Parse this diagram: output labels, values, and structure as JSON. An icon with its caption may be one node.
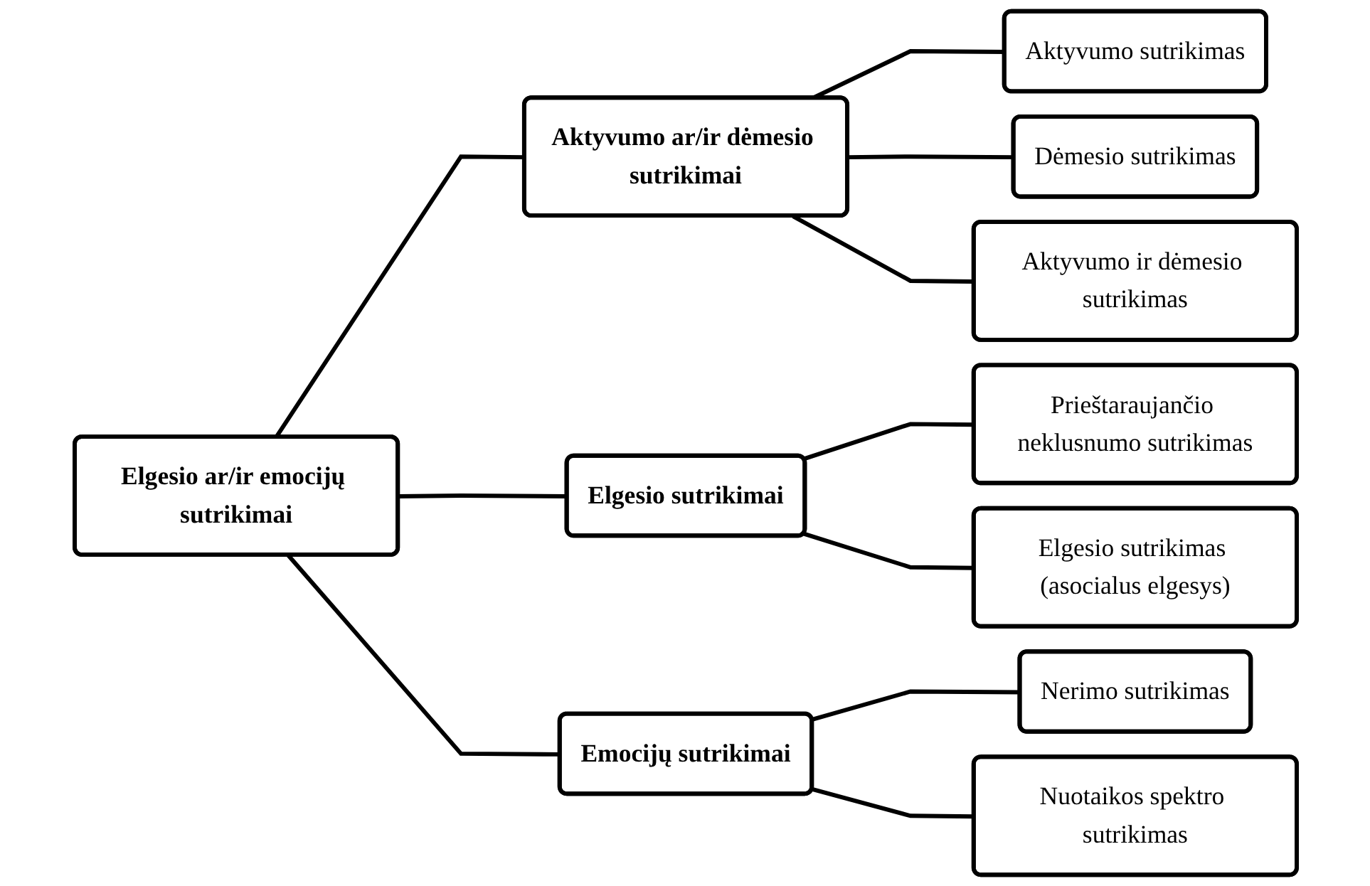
{
  "diagram": {
    "nodes": [
      {
        "text": [
          "Elgesio ar/ir emocijų sutrikimai"
        ]
      },
      {
        "text": [
          "Aktyvumo ar/ir dėmesio sutrikimai"
        ]
      },
      {
        "text": [
          "Aktyvumo sutrikimas"
        ]
      },
      {
        "text": [
          "Dėmesio sutrikimas"
        ]
      },
      {
        "text": [
          "Aktyvumo ir dėmesio sutrikimas"
        ]
      },
      {
        "text": [
          "Elgesio sutrikimai"
        ]
      },
      {
        "text": [
          "Prieštaraujančio neklusnumo sutrikimas"
        ]
      },
      {
        "text": [
          "Elgesio sutrikimas (asocialus elgesys)"
        ]
      },
      {
        "text": [
          "Emocijų sutrikimai"
        ]
      },
      {
        "text": [
          "Nerimo sutrikimas"
        ]
      },
      {
        "text": [
          "Nuotaikos spektro sutrikimas"
        ]
      }
    ],
    "edges": [
      {
        "from": 0,
        "to": 1,
        "arrow": "none"
      },
      {
        "from": 0,
        "to": 5,
        "arrow": "none"
      },
      {
        "from": 0,
        "to": 8,
        "arrow": "none"
      },
      {
        "from": 1,
        "to": 2,
        "arrow": "none"
      },
      {
        "from": 1,
        "to": 3,
        "arrow": "none"
      },
      {
        "from": 1,
        "to": 4,
        "arrow": "none"
      },
      {
        "from": 5,
        "to": 6,
        "arrow": "none"
      },
      {
        "from": 5,
        "to": 7,
        "arrow": "none"
      },
      {
        "from": 8,
        "to": 9,
        "arrow": "none"
      },
      {
        "from": 8,
        "to": 10,
        "arrow": "none"
      }
    ]
  }
}
